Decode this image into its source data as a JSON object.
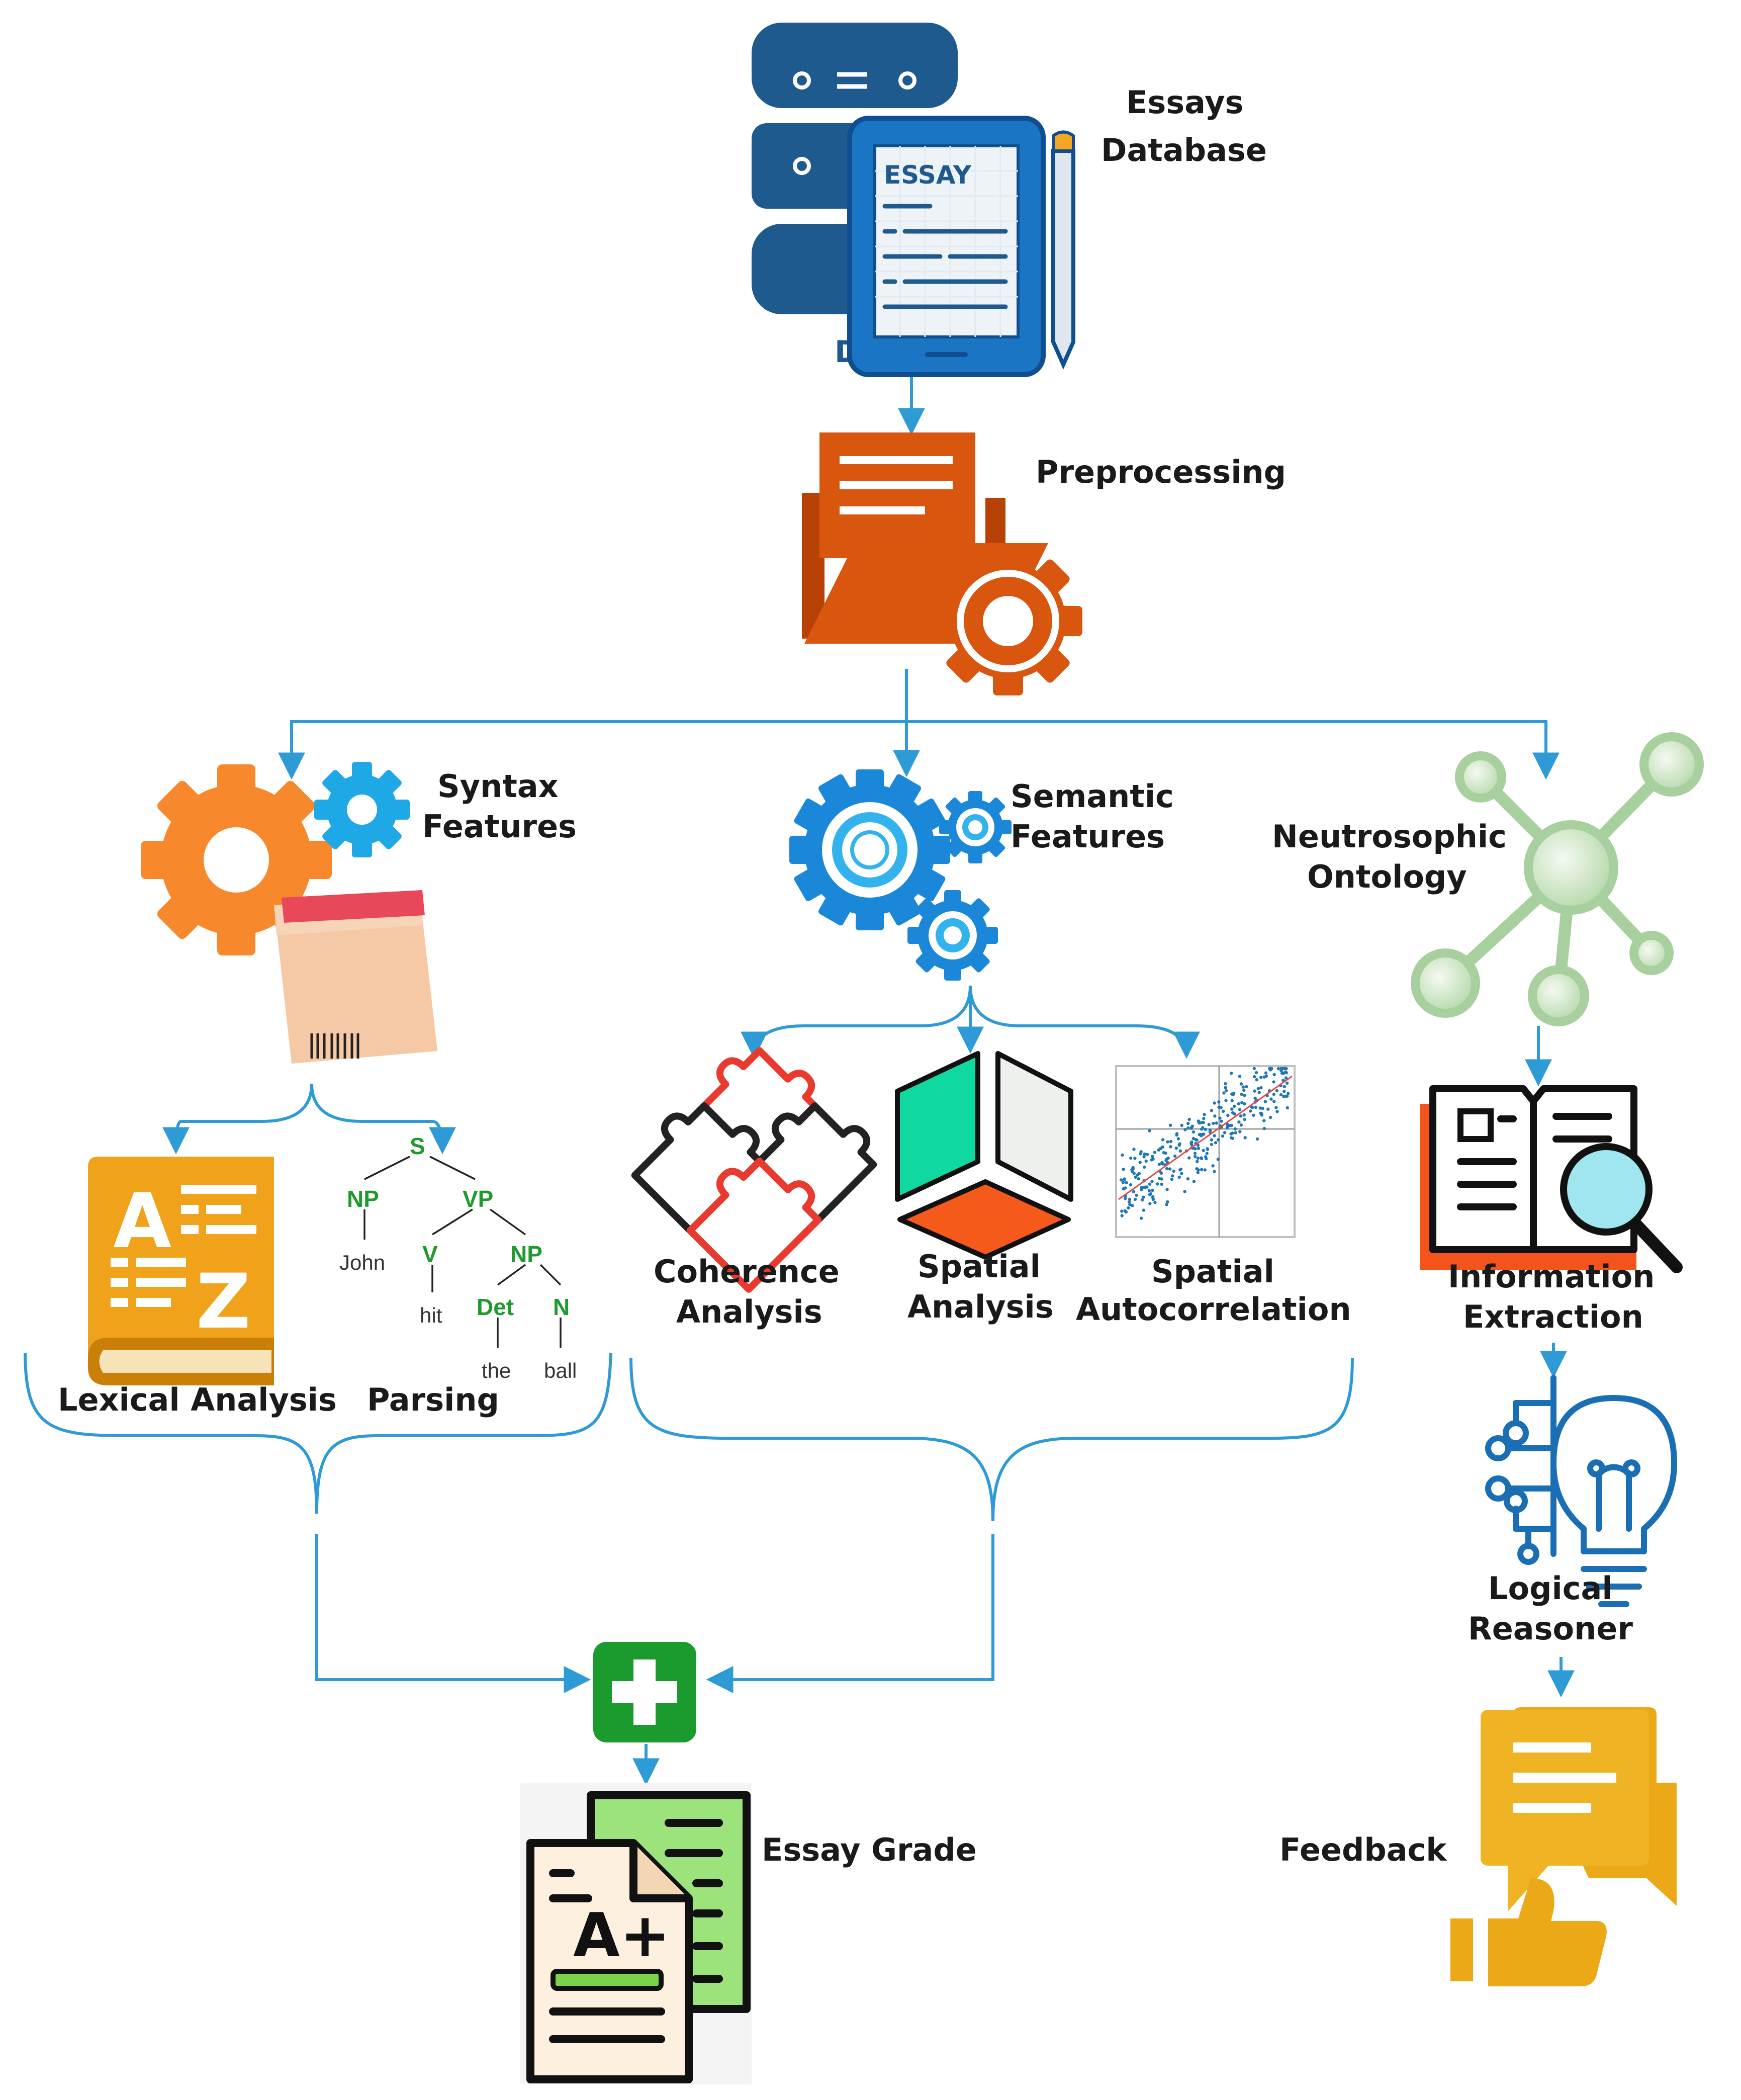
{
  "labels": {
    "essays_database": [
      "Essays",
      "Database"
    ],
    "preprocessing": "Preprocessing",
    "syntax_features": [
      "Syntax",
      "Features"
    ],
    "semantic_features": [
      "Semantic",
      "Features"
    ],
    "neutrosophic_ontology": [
      "Neutrosophic",
      "Ontology"
    ],
    "lexical_analysis": "Lexical Analysis",
    "parsing": "Parsing",
    "coherence_analysis": [
      "Coherence",
      "Analysis"
    ],
    "spatial_analysis": [
      "Spatial",
      "Analysis"
    ],
    "spatial_autocorrelation": [
      "Spatial",
      "Autocorrelation"
    ],
    "information_extraction": [
      "Information",
      "Extraction"
    ],
    "logical_reasoner": [
      "Logical",
      "Reasoner"
    ],
    "essay_grade": "Essay Grade",
    "feedback": "Feedback"
  },
  "icon_text": {
    "essay_tablet": "ESSAY",
    "db_letter": "D",
    "az_a": "A",
    "az_z": "Z",
    "grade": "A+"
  },
  "parse_tree": {
    "s": "S",
    "np1": "NP",
    "vp": "VP",
    "v": "V",
    "np2": "NP",
    "det": "Det",
    "n": "N",
    "john": "John",
    "hit": "hit",
    "the": "the",
    "ball": "ball"
  },
  "colors": {
    "arrow": "#2e9bd6",
    "db_blue": "#1f5a8f",
    "tablet_blue": "#1a75c4",
    "preprocess_orange": "#d9560f",
    "gear_orange": "#f7892c",
    "gear_blue": "#1fa8e6",
    "ontology_green": "#a8cf9e",
    "book_orange": "#f0a21a",
    "plus_green": "#1b9a2e",
    "feedback_yellow": "#eba918"
  }
}
